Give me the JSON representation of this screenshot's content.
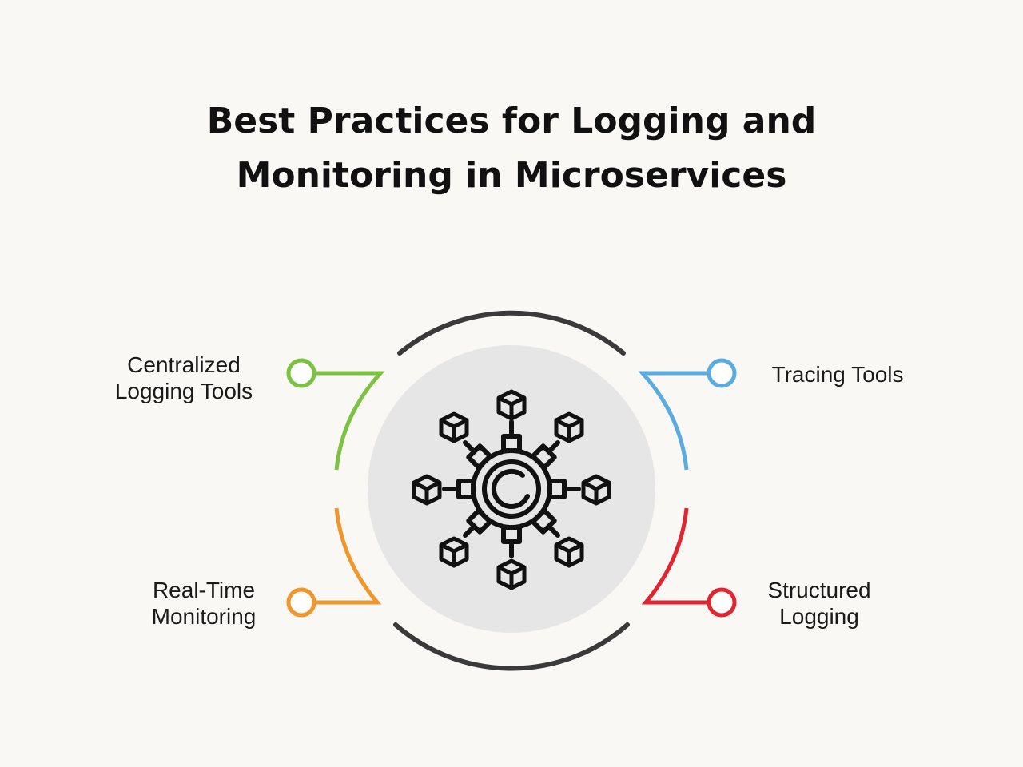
{
  "title": {
    "line1": "Best Practices for Logging and",
    "line2": "Monitoring in Microservices"
  },
  "items": [
    {
      "position": "top-left",
      "lines": [
        "Centralized",
        "Logging Tools"
      ],
      "color": "#7cc242"
    },
    {
      "position": "top-right",
      "lines": [
        "Tracing Tools"
      ],
      "color": "#5aacdf"
    },
    {
      "position": "bottom-left",
      "lines": [
        "Real-Time",
        "Monitoring"
      ],
      "color": "#f0962a"
    },
    {
      "position": "bottom-right",
      "lines": [
        "Structured",
        "Logging"
      ],
      "color": "#e2242f"
    }
  ],
  "center": {
    "icon": "gear-network-icon",
    "circle_color": "#e6e6e6",
    "ring_color": "#3a3a3a"
  },
  "colors": {
    "background": "#f9f8f4",
    "text": "#111111"
  }
}
